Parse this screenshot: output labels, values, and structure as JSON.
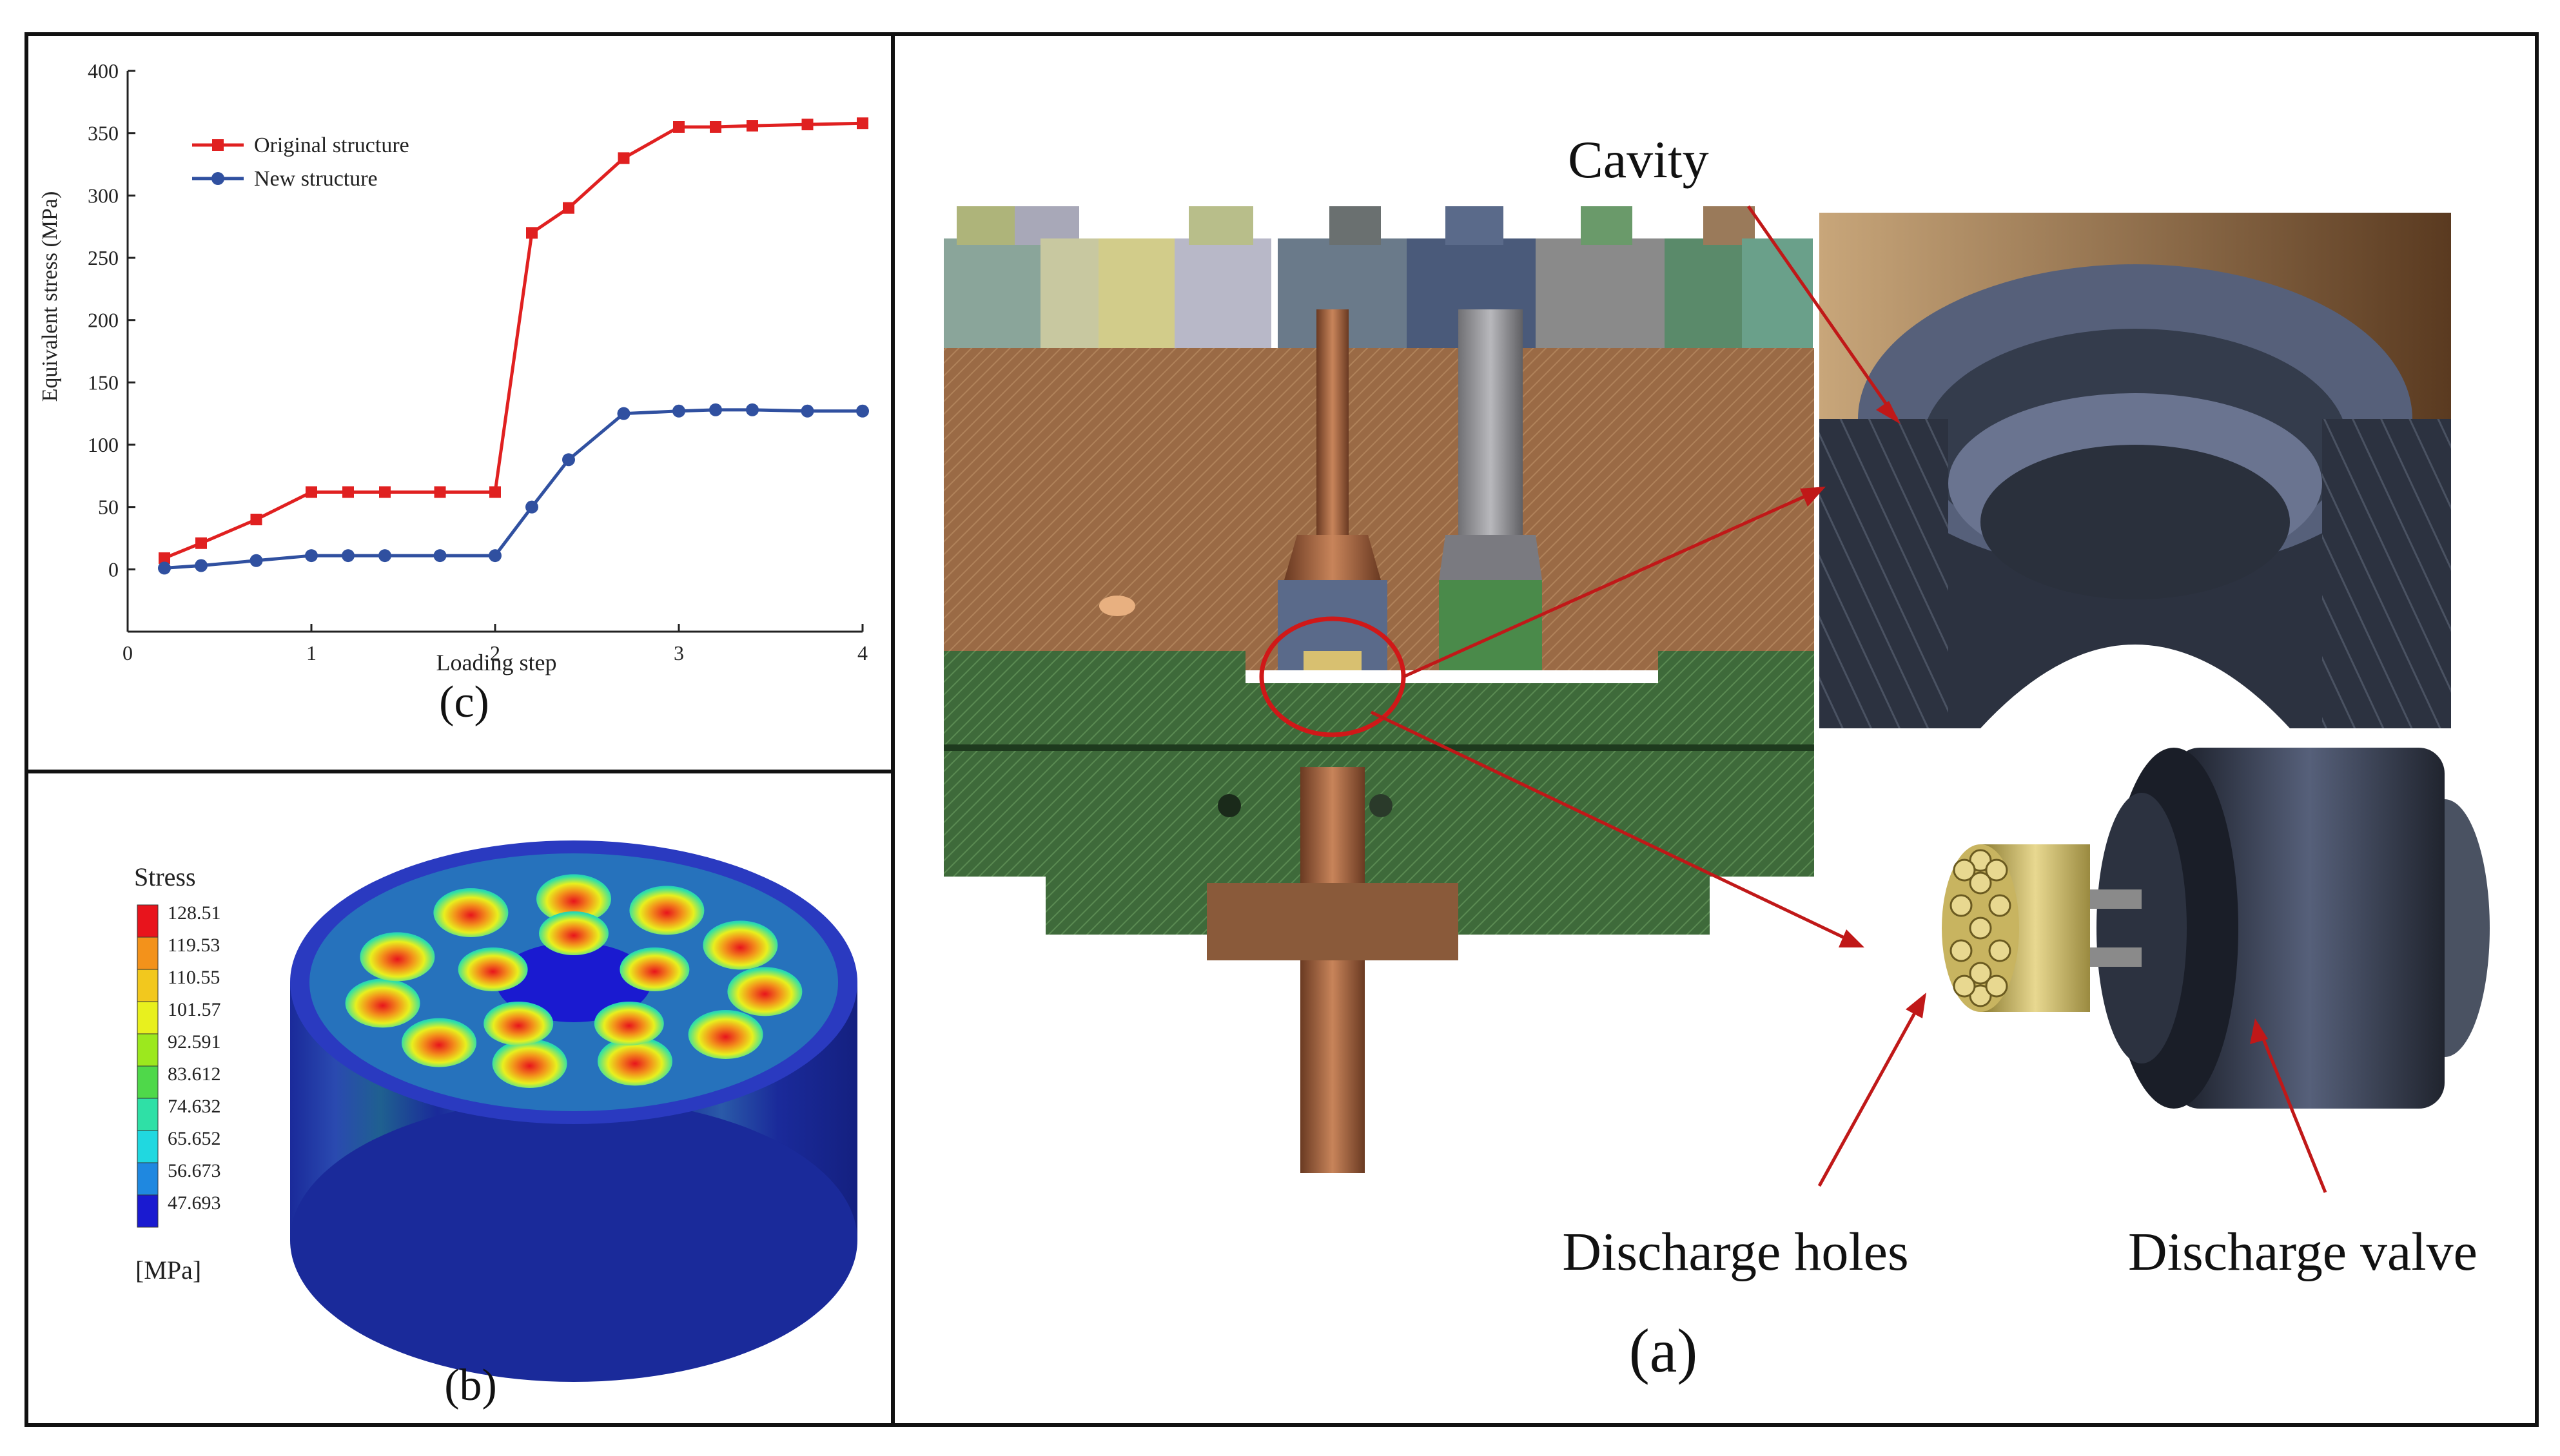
{
  "figure": {
    "panel_c_label": "(c)",
    "panel_b_label": "(b)",
    "panel_a_label": "(a)"
  },
  "chart_data": {
    "type": "line",
    "title": "",
    "xlabel": "Loading step",
    "ylabel": "Equivalent stress (MPa)",
    "xlim": [
      0,
      4
    ],
    "ylim": [
      -50,
      400
    ],
    "xticks": [
      0,
      1,
      2,
      3,
      4
    ],
    "yticks": [
      0,
      50,
      100,
      150,
      200,
      250,
      300,
      350,
      400
    ],
    "legend_position": "top-left",
    "grid": false,
    "series": [
      {
        "name": "Original structure",
        "color": "#e02020",
        "marker": "square",
        "x": [
          0.2,
          0.4,
          0.7,
          1.0,
          1.2,
          1.4,
          1.7,
          2.0,
          2.2,
          2.4,
          2.7,
          3.0,
          3.2,
          3.4,
          3.7,
          4.0
        ],
        "y": [
          9,
          21,
          40,
          62,
          62,
          62,
          62,
          62,
          270,
          290,
          330,
          355,
          355,
          356,
          357,
          358
        ]
      },
      {
        "name": "New structure",
        "color": "#3050a0",
        "marker": "circle",
        "x": [
          0.2,
          0.4,
          0.7,
          1.0,
          1.2,
          1.4,
          1.7,
          2.0,
          2.2,
          2.4,
          2.7,
          3.0,
          3.2,
          3.4,
          3.7,
          4.0
        ],
        "y": [
          1,
          3,
          7,
          11,
          11,
          11,
          11,
          11,
          50,
          88,
          125,
          127,
          128,
          128,
          127,
          127
        ]
      }
    ]
  },
  "stress_legend": {
    "title": "Stress",
    "unit": "[MPa]",
    "values": [
      "128.51",
      "119.53",
      "110.55",
      "101.57",
      "92.591",
      "83.612",
      "74.632",
      "65.652",
      "56.673",
      "47.693"
    ],
    "colors": [
      "#e8141c",
      "#f3921b",
      "#f2c81e",
      "#e8f01e",
      "#9ce81e",
      "#4fd84a",
      "#2fe0a6",
      "#20d8e0",
      "#1f88e0",
      "#1a1ad0"
    ]
  },
  "callouts": {
    "cavity": "Cavity",
    "discharge_holes": "Discharge holes",
    "discharge_valve": "Discharge valve"
  }
}
